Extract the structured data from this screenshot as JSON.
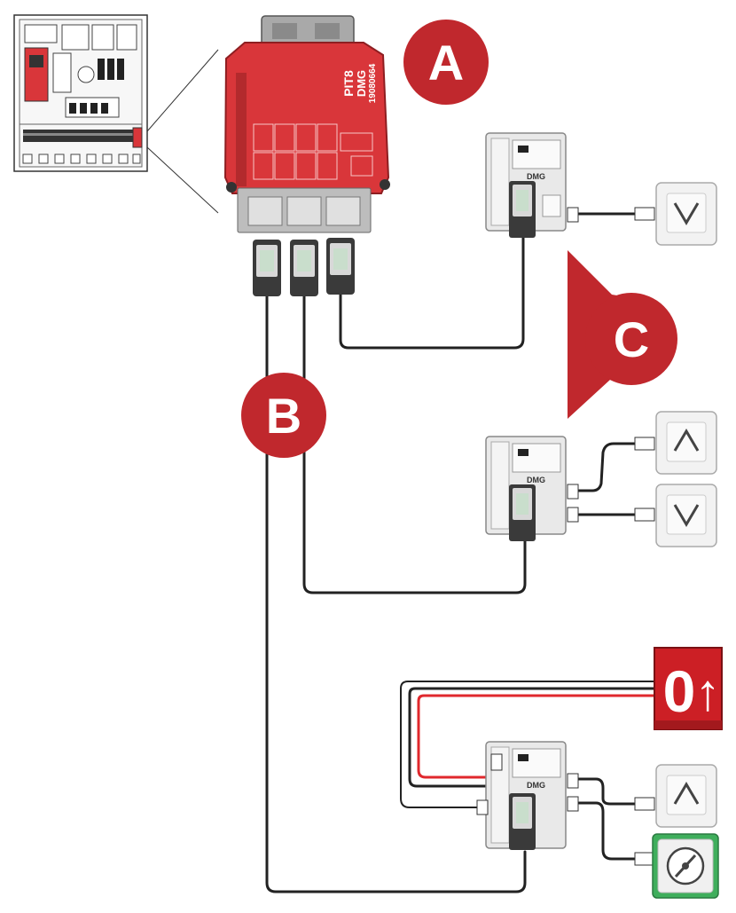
{
  "callouts": {
    "a": "A",
    "b": "B",
    "c": "C"
  },
  "controller": {
    "model": "PIT8",
    "brand": "DMG",
    "serial": "19080664"
  },
  "modules": {
    "brand": "DMG"
  },
  "display": {
    "floor": "0",
    "arrow": "↑"
  },
  "buttons": {
    "up_symbol": "^",
    "down_symbol": "v"
  },
  "colors": {
    "callout_red": "#c0282d",
    "controller_red": "#d9363a",
    "cable_black": "#222222",
    "cable_red": "#e0282d",
    "display_red": "#cc1f25"
  }
}
